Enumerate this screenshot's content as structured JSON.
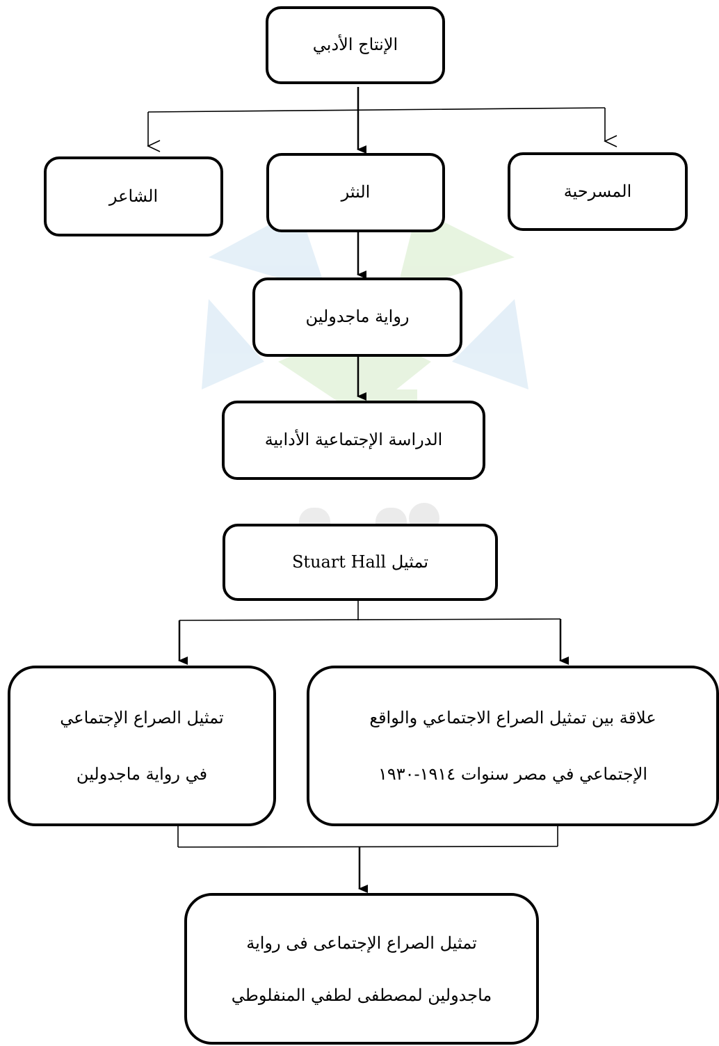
{
  "nodes": {
    "root": "الإنتاج الأدبي",
    "poet": "الشاعر",
    "prose": "النثر",
    "drama": "المسرحية",
    "novel": "رواية ماجدولين",
    "sociology": "الدراسة الإجتماعية الأدابية",
    "hall_prefix": "تمثيل",
    "hall_name": "Stuart Hall",
    "left_l1": "تمثيل الصراع الإجتماعي",
    "left_l2": "في رواية ماجدولين",
    "right_l1": "علاقة بين تمثيل الصراع الاجتماعي والواقع",
    "right_l2": "الإجتماعي في مصر سنوات ١٩١٤-١٩٣٠",
    "final_l1": "تمثيل الصراع الإجتماعى فى رواية",
    "final_l2": "ماجدولين لمصطفى لطفي المنفلوطي"
  },
  "colors": {
    "border": "#000000",
    "watermark_blue": "#cfe3f3",
    "watermark_green": "#d4ebc7",
    "watermark_gray": "#dcdcdc"
  }
}
